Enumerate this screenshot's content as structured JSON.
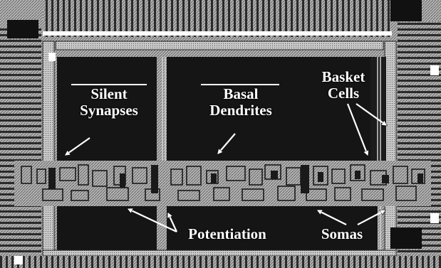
{
  "labels": {
    "silent_synapses": [
      "Silent",
      "Synapses"
    ],
    "basal_dendrites": [
      "Basal",
      "Dendrites"
    ],
    "basket_cells": [
      "Basket",
      "Cells"
    ],
    "potentiation": "Potentiation",
    "somas": "Somas"
  },
  "colors": {
    "background": "#ffffff",
    "dark_region": "#151515",
    "metal_gray": "#a8a8a8",
    "label_text": "#ffffff",
    "arrow": "#ffffff"
  }
}
